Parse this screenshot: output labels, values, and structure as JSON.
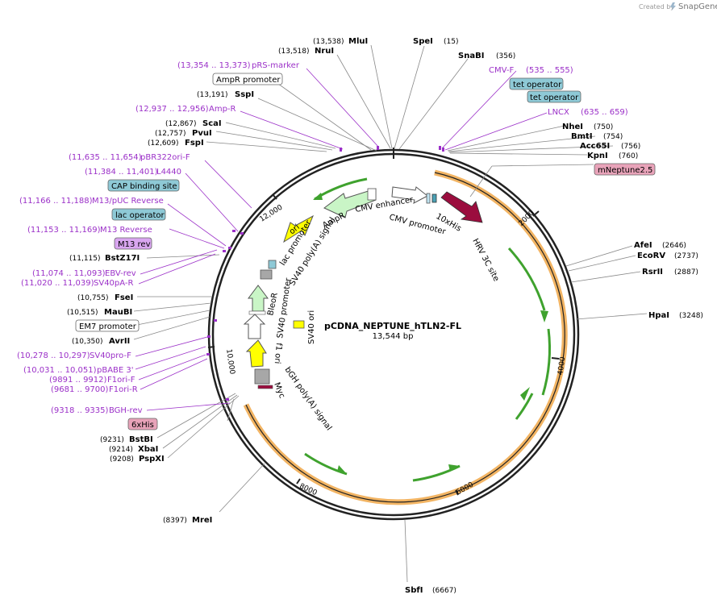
{
  "brand": {
    "created_by": "Created by",
    "name": "SnapGene"
  },
  "plasmid": {
    "name": "pCDNA_NEPTUNE_hTLN2-FL",
    "length": "13,544 bp"
  },
  "ticks": [
    "2000",
    "4000",
    "6000",
    "8000",
    "10,000",
    "12,000"
  ],
  "enzymes": {
    "MluI": {
      "name": "MluI",
      "pos": "(13,538)"
    },
    "NruI": {
      "name": "NruI",
      "pos": "(13,518)"
    },
    "SpeI": {
      "name": "SpeI",
      "pos": "(15)"
    },
    "SnaBI": {
      "name": "SnaBI",
      "pos": "(356)"
    },
    "SspI": {
      "name": "SspI",
      "pos": "(13,191)"
    },
    "ScaI": {
      "name": "ScaI",
      "pos": "(12,867)"
    },
    "PvuI": {
      "name": "PvuI",
      "pos": "(12,757)"
    },
    "FspI": {
      "name": "FspI",
      "pos": "(12,609)"
    },
    "NheI": {
      "name": "NheI",
      "pos": "(750)"
    },
    "BmtI": {
      "name": "BmtI",
      "pos": "(754)"
    },
    "Acc65I": {
      "name": "Acc65I",
      "pos": "(756)"
    },
    "KpnI": {
      "name": "KpnI",
      "pos": "(760)"
    },
    "BstZ17I": {
      "name": "BstZ17I",
      "pos": "(11,115)"
    },
    "FseI": {
      "name": "FseI",
      "pos": "(10,755)"
    },
    "MauBI": {
      "name": "MauBI",
      "pos": "(10,515)"
    },
    "AvrII": {
      "name": "AvrII",
      "pos": "(10,350)"
    },
    "AfeI": {
      "name": "AfeI",
      "pos": "(2646)"
    },
    "EcoRV": {
      "name": "EcoRV",
      "pos": "(2737)"
    },
    "RsrII": {
      "name": "RsrII",
      "pos": "(2887)"
    },
    "HpaI": {
      "name": "HpaI",
      "pos": "(3248)"
    },
    "BstBI": {
      "name": "BstBI",
      "pos": "(9231)"
    },
    "XbaI": {
      "name": "XbaI",
      "pos": "(9214)"
    },
    "PspXI": {
      "name": "PspXI",
      "pos": "(9208)"
    },
    "MreI": {
      "name": "MreI",
      "pos": "(8397)"
    },
    "SbfI": {
      "name": "SbfI",
      "pos": "(6667)"
    }
  },
  "primers": {
    "pRS_marker": {
      "pos": "(13,354 .. 13,373)",
      "name": "pRS-marker"
    },
    "Amp_R": {
      "pos": "(12,937 .. 12,956)",
      "name": "Amp-R"
    },
    "pBR322ori_F": {
      "pos": "(11,635 .. 11,654)",
      "name": "pBR322ori-F"
    },
    "L4440": {
      "pos": "(11,384 .. 11,401)",
      "name": "L4440"
    },
    "M13_pUC_Reverse": {
      "pos": "(11,166 .. 11,188)",
      "name": "M13/pUC Reverse"
    },
    "M13_Reverse": {
      "pos": "(11,153 .. 11,169)",
      "name": "M13 Reverse"
    },
    "EBV_rev": {
      "pos": "(11,074 .. 11,093)",
      "name": "EBV-rev"
    },
    "SV40pA_R": {
      "pos": "(11,020 .. 11,039)",
      "name": "SV40pA-R"
    },
    "SV40pro_F": {
      "pos": "(10,278 .. 10,297)",
      "name": "SV40pro-F"
    },
    "pBABE_3": {
      "pos": "(10,031 .. 10,051)",
      "name": "pBABE 3'"
    },
    "F1ori_F": {
      "pos": "(9891 .. 9912)",
      "name": "F1ori-F"
    },
    "F1ori_R": {
      "pos": "(9681 .. 9700)",
      "name": "F1ori-R"
    },
    "BGH_rev": {
      "pos": "(9318 .. 9335)",
      "name": "BGH-rev"
    },
    "CMV_F": {
      "name": "CMV-F",
      "pos": "(535 .. 555)"
    },
    "LNCX": {
      "name": "LNCX",
      "pos": "(635 .. 659)"
    }
  },
  "boxed": {
    "AmpR_promoter": "AmpR promoter",
    "CAP_binding_site": "CAP binding site",
    "lac_operator": "lac operator",
    "M13_rev": "M13 rev",
    "EM7_promoter": "EM7 promoter",
    "six_His": "6xHis",
    "tet_operator_1": "tet operator",
    "tet_operator_2": "tet operator",
    "mNeptune": "mNeptune2.5"
  },
  "features": {
    "cmv_enhancer": "CMV enhancer",
    "cmv_promoter": "CMV promoter",
    "ten_his": "10xHis",
    "hrv_3c": "HRV 3C site",
    "ampr": "AmpR",
    "ori": "ori",
    "lac_promoter": "lac promoter",
    "sv40_polya": "SV40 poly(A) signal",
    "bleor": "BleoR",
    "sv40_promoter": "SV40 promoter",
    "sv40_ori": "SV40 ori",
    "f1_ori": "f1 ori",
    "bgh_polya": "bGH poly(A) signal",
    "myc": "Myc"
  },
  "colors": {
    "backbone": "#222222",
    "orange_orf": "#f2b463",
    "green_arrow": "#3fa22e",
    "ampr_fill": "#c9f5c6",
    "ori_fill": "#ffff00",
    "maroon": "#9b0d3e",
    "primer_purple": "#9b30c8",
    "cyan_box": "#8ec9d6",
    "pink_box": "#e8a3b9",
    "lilac_box": "#d9a6f0",
    "grey_box": "#a7a7a7"
  }
}
